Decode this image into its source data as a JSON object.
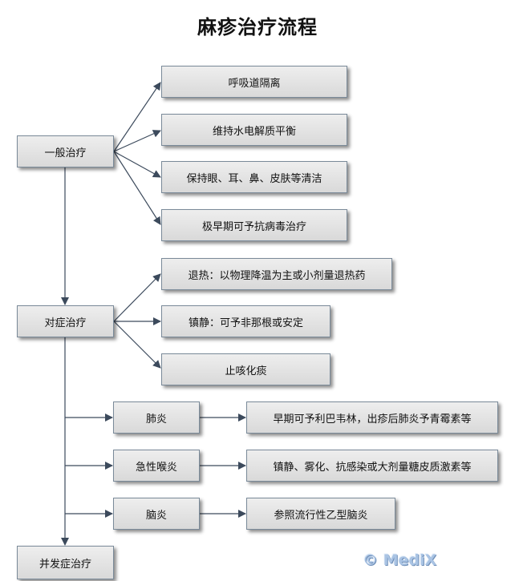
{
  "title": "麻疹治疗流程",
  "nodes": {
    "general": "一般治疗",
    "symptomatic": "对症治疗",
    "complication": "并发症治疗",
    "respiratory_isolation": "呼吸道隔离",
    "electrolyte": "维持水电解质平衡",
    "hygiene": "保持眼、耳、鼻、皮肤等清洁",
    "antiviral": "极早期可予抗病毒治疗",
    "antipyretic": "退热：以物理降温为主或小剂量退热药",
    "sedation": "镇静：可予非那根或安定",
    "antitussive": "止咳化痰",
    "pneumonia": "肺炎",
    "pneumonia_tx": "早期可予利巴韦林，出疹后肺炎予青霉素等",
    "laryngitis": "急性喉炎",
    "laryngitis_tx": "镇静、雾化、抗感染或大剂量糖皮质激素等",
    "encephalitis": "脑炎",
    "encephalitis_tx": "参照流行性乙型脑炎"
  },
  "watermark": "© MediX",
  "colors": {
    "connector": "#3c4a5c",
    "box_border": "#7a8a99",
    "watermark": "#aac4e4"
  }
}
